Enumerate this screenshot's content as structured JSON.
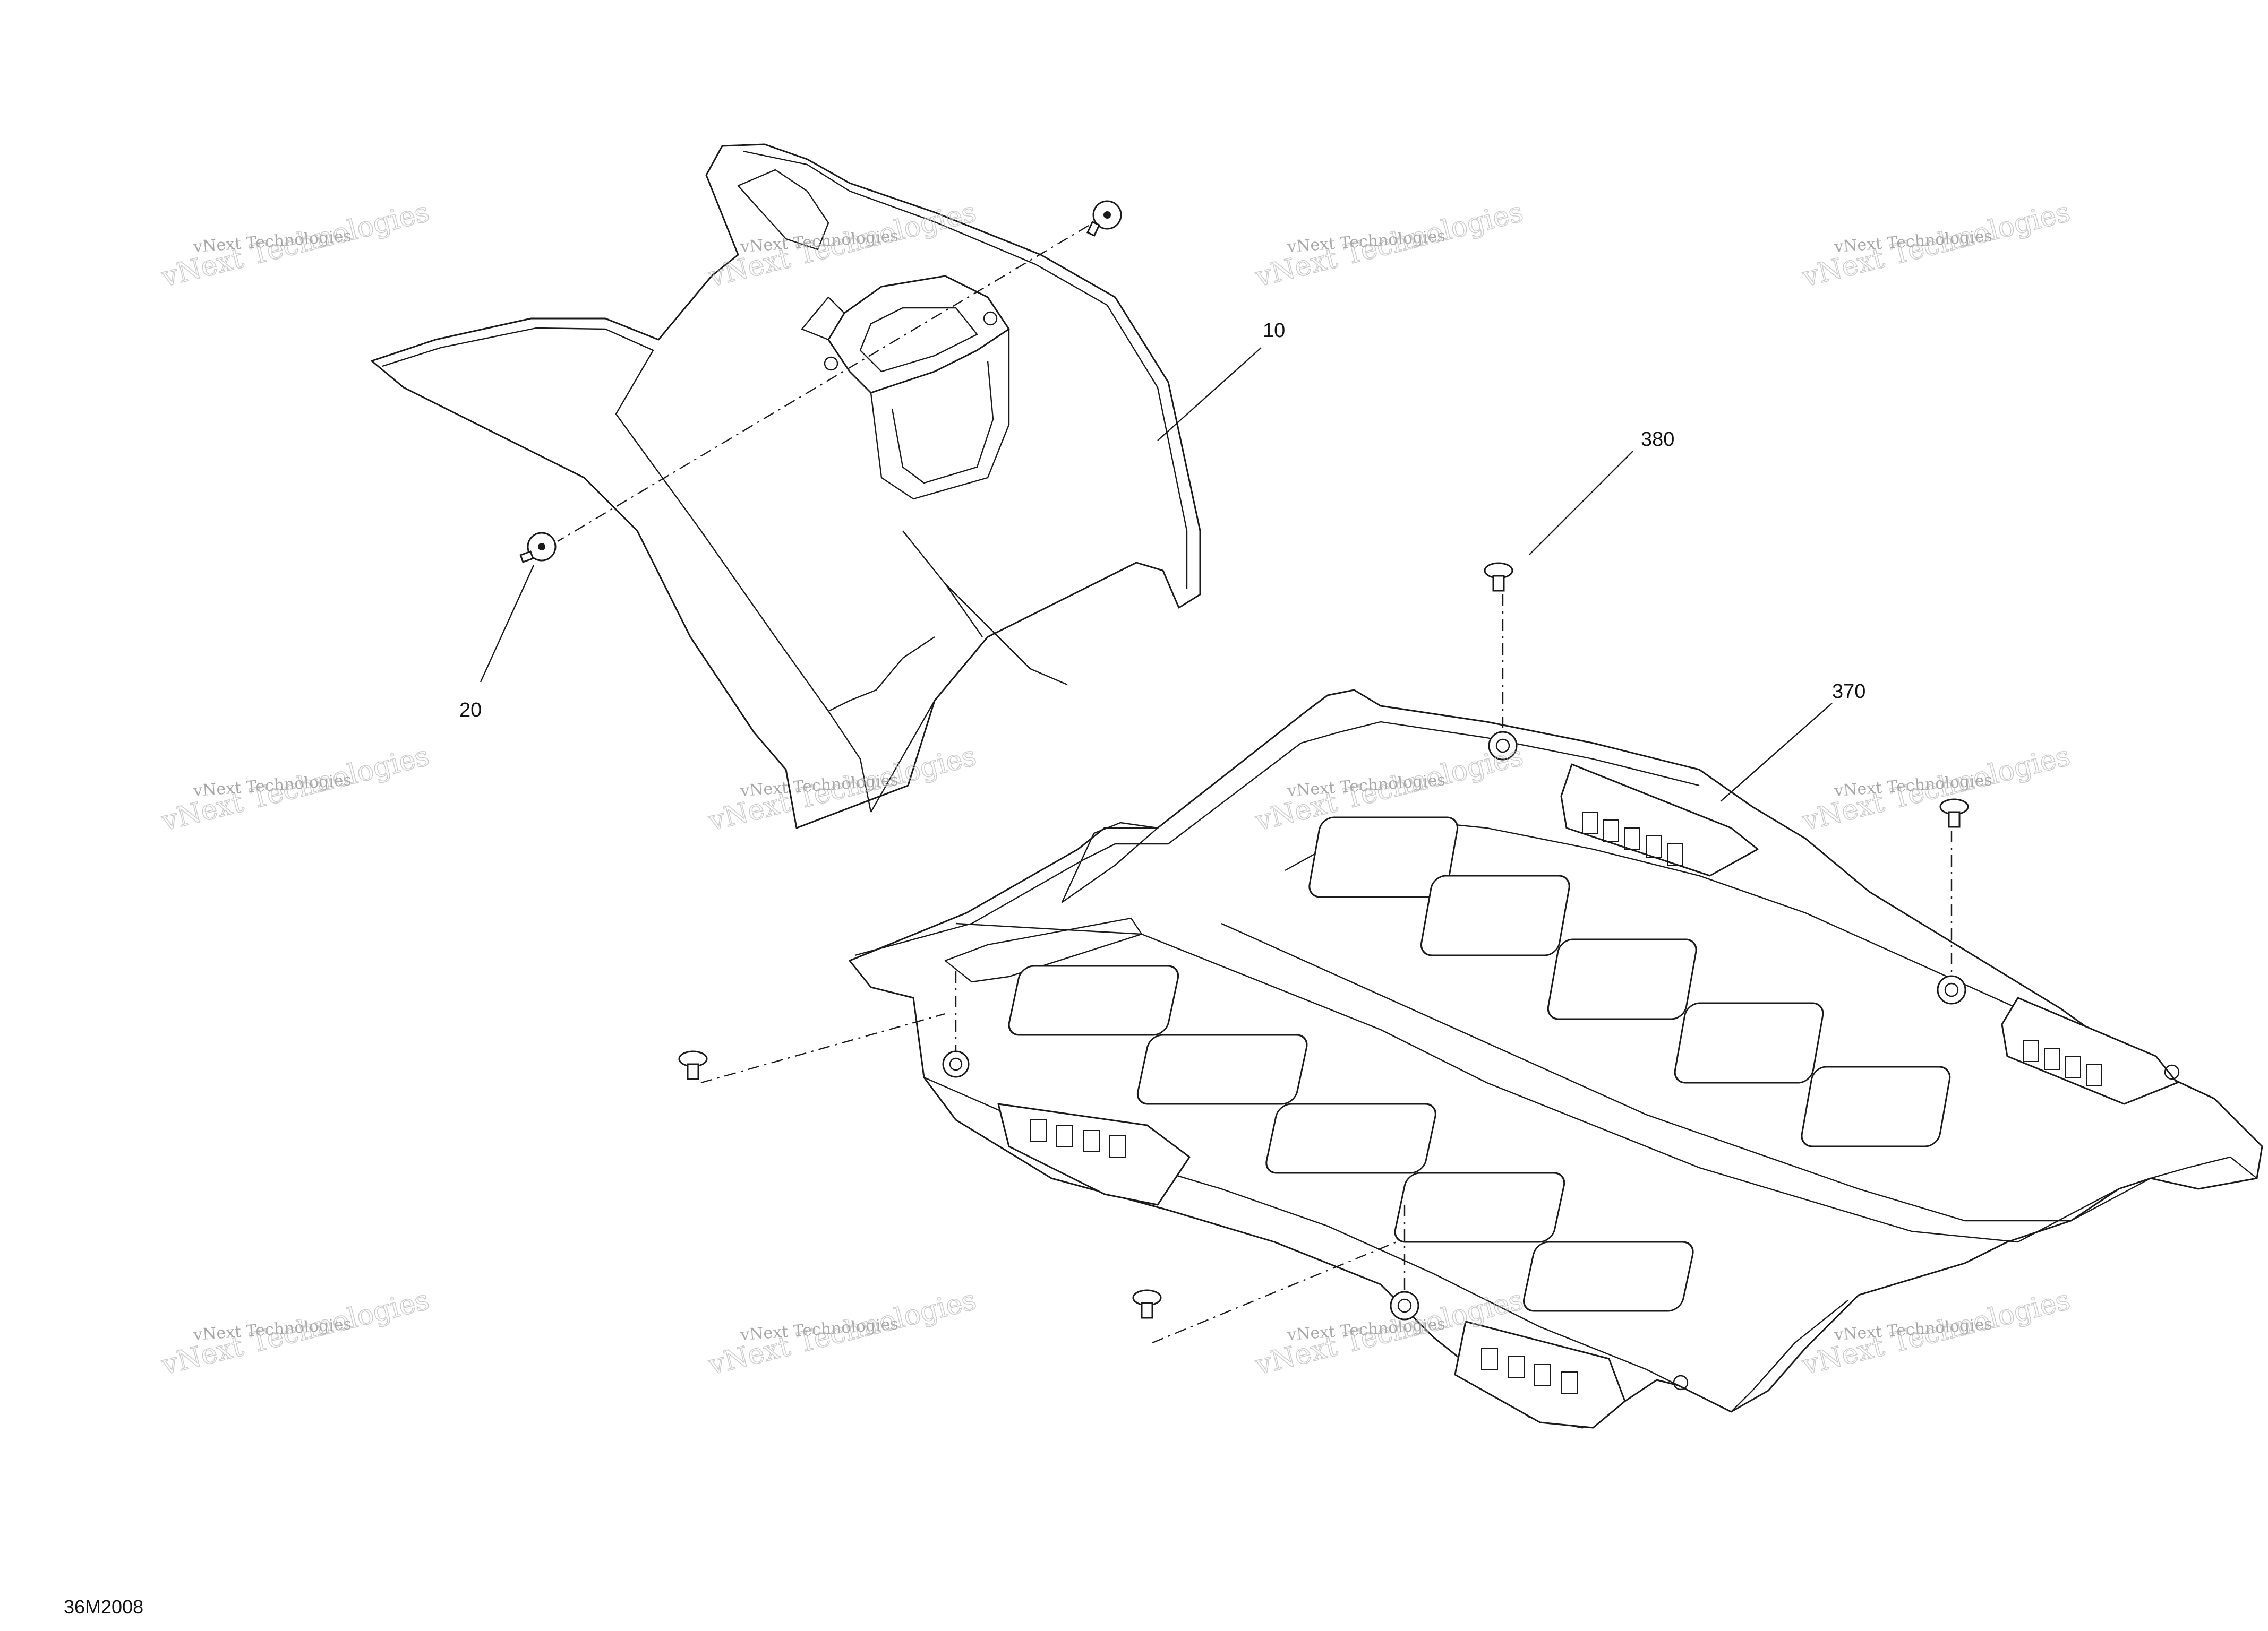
{
  "diagram": {
    "drawing_number": "36M2008",
    "callouts": [
      {
        "id": "callout-10",
        "label": "10"
      },
      {
        "id": "callout-20",
        "label": "20"
      },
      {
        "id": "callout-370",
        "label": "370"
      },
      {
        "id": "callout-380",
        "label": "380"
      }
    ],
    "watermark": {
      "small_text": "vNext Technologies",
      "large_text": "vNext Technologies"
    },
    "colors": {
      "line": "#1a1a1a",
      "background": "#ffffff",
      "watermark": "#8a8a8a"
    }
  }
}
